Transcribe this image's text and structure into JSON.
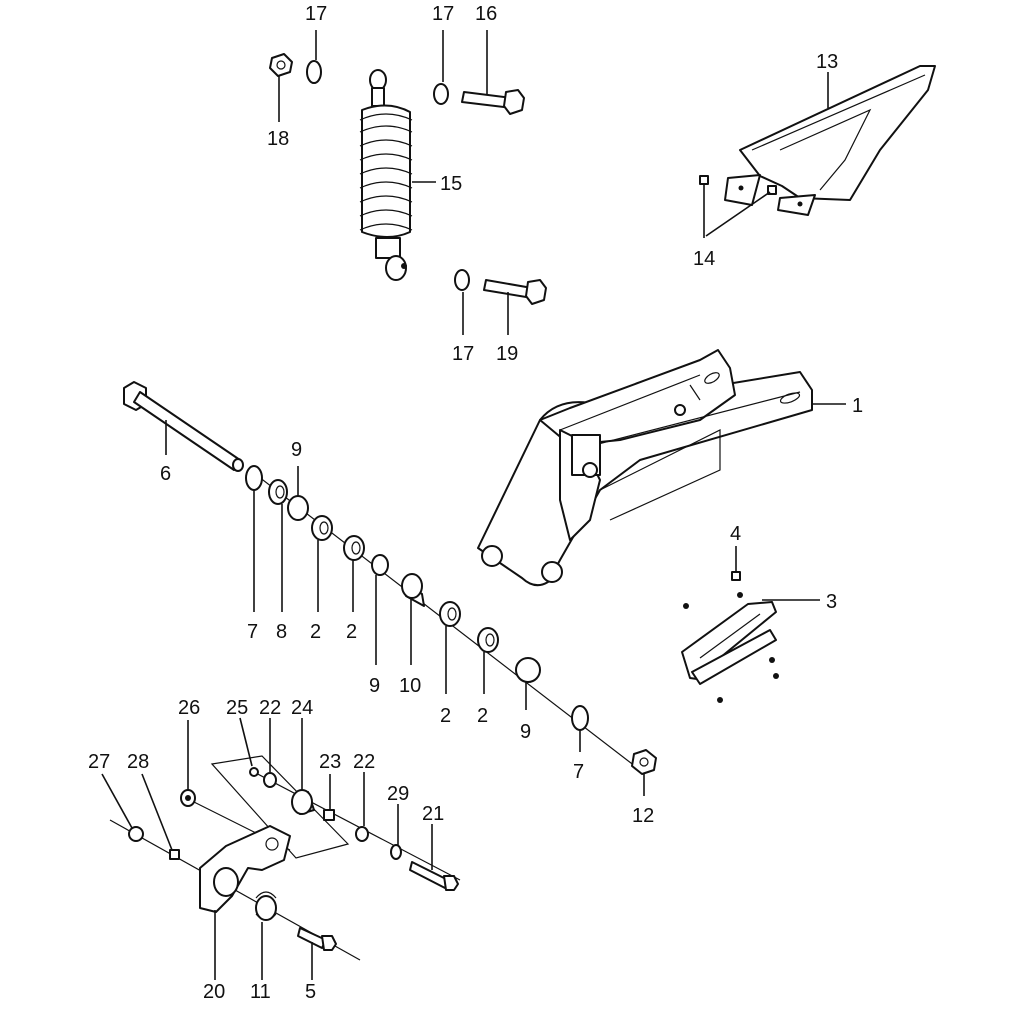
{
  "labels": {
    "l1": "1",
    "l2a": "2",
    "l2b": "2",
    "l2c": "2",
    "l2d": "2",
    "l3": "3",
    "l4": "4",
    "l5": "5",
    "l6": "6",
    "l7a": "7",
    "l7b": "7",
    "l8": "8",
    "l9a": "9",
    "l9b": "9",
    "l9c": "9",
    "l10": "10",
    "l11": "11",
    "l12": "12",
    "l13": "13",
    "l14": "14",
    "l15": "15",
    "l16": "16",
    "l17a": "17",
    "l17b": "17",
    "l17c": "17",
    "l18": "18",
    "l19": "19",
    "l20": "20",
    "l21": "21",
    "l22a": "22",
    "l22b": "22",
    "l23": "23",
    "l24": "24",
    "l25": "25",
    "l26": "26",
    "l27": "27",
    "l28": "28",
    "l29": "29"
  }
}
